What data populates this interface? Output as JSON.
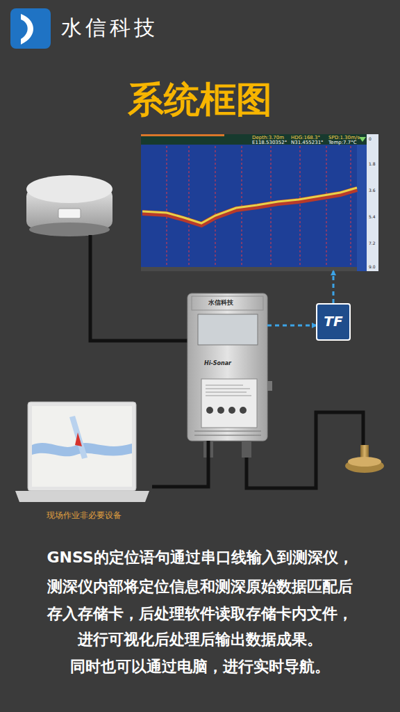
{
  "diagram": {
    "title": "系统框图",
    "nodes": [
      {
        "text": [
          "Depth:3.70m",
          "HDG:168.3°",
          "SPD:1.30m/s",
          "E118.530352°",
          "N31.455231°",
          "Temp:7.7°C"
        ]
      },
      {
        "text": [
          "水信科技",
          "Hi-Sonar"
        ]
      },
      {
        "text": [
          "TF"
        ]
      },
      {
        "text": [
          "现场作业非必要设备"
        ]
      }
    ],
    "edges": [
      {
        "from": 1,
        "to": 2,
        "arrow": "to"
      },
      {
        "from": 2,
        "to": 0,
        "arrow": "to"
      },
      {
        "from": 3,
        "to": 1,
        "arrow": "none"
      }
    ],
    "labels": [
      "水信科技",
      "0",
      "1.8",
      "3.6",
      "5.4",
      "7.2",
      "9.0",
      "GNSS的定位语句通过串口线输入到测深仪，",
      "测深仪内部将定位信息和测深原始数据匹配后",
      "存入存储卡，后处理软件读取存储卡内文件，",
      "进行可视化后处理后输出数据成果。",
      "同时也可以通过电脑，进行实时导航。"
    ]
  }
}
